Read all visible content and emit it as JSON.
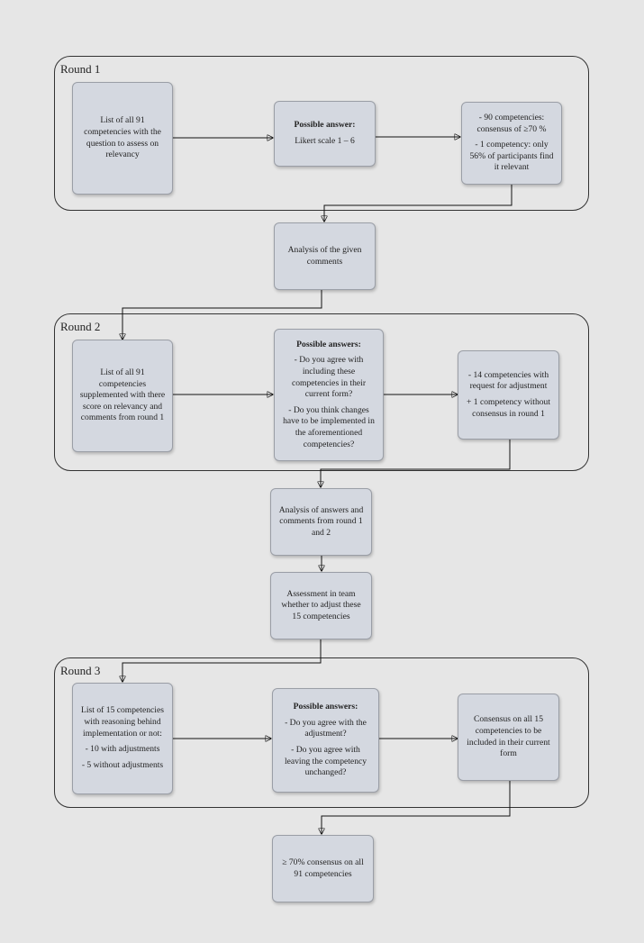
{
  "rounds": {
    "r1": "Round 1",
    "r2": "Round 2",
    "r3": "Round 3"
  },
  "nodes": {
    "r1_list": "List of all 91 competencies with the question to assess on relevancy",
    "r1_answer_title": "Possible answer:",
    "r1_answer_text": "Likert scale 1 – 6",
    "r1_result_1": "- 90 competencies: consensus of ≥70 %",
    "r1_result_2": "- 1 competency: only 56% of participants find it relevant",
    "analysis_comments": "Analysis of the given comments",
    "r2_list": "List of all 91 competencies supplemented with there score on relevancy and comments from round 1",
    "r2_answer_title": "Possible answers:",
    "r2_answer_1": "- Do you agree with including these competencies in their current form?",
    "r2_answer_2": "- Do you think changes have to be implemented in the aforementioned competencies?",
    "r2_result_1": "- 14 competencies with request for adjustment",
    "r2_result_2": "+ 1 competency without consensus in round 1",
    "analysis_answers": "Analysis of answers and comments from round 1 and 2",
    "assessment_team": "Assessment in team whether to adjust these 15 competencies",
    "r3_list_1": "List of 15 competencies with reasoning behind implementation or not:",
    "r3_list_2": "- 10 with adjustments",
    "r3_list_3": "- 5 without adjustments",
    "r3_answer_title": "Possible answers:",
    "r3_answer_1": "- Do you agree with the adjustment?",
    "r3_answer_2": "- Do you agree with leaving the competency unchanged?",
    "r3_result": "Consensus on all 15 competencies to be included in their current form",
    "final": "≥ 70% consensus on all 91 competencies"
  }
}
